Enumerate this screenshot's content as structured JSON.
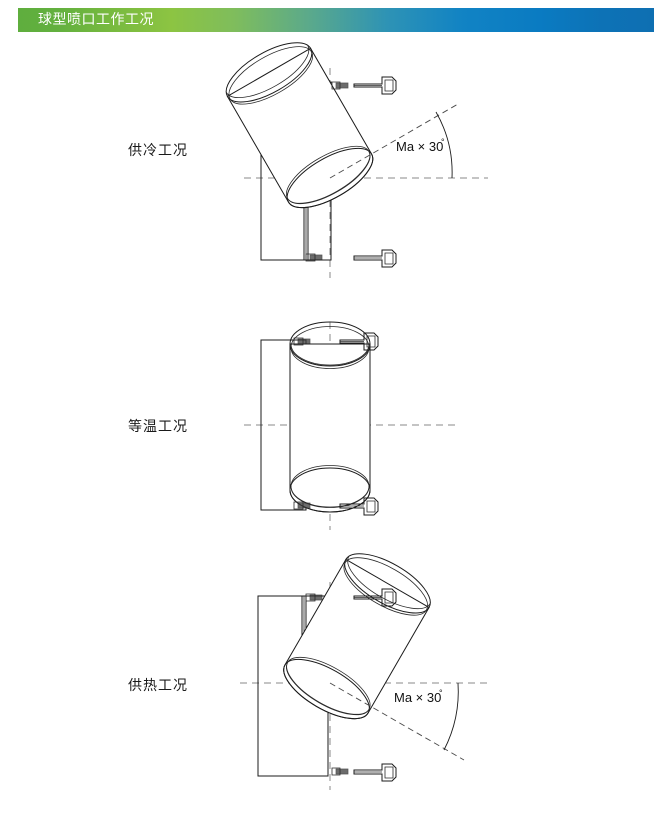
{
  "header": {
    "title": "球型喷口工作工况",
    "gradient_start": "#5fae3e",
    "gradient_mid": "#8cc442",
    "gradient_end": "#0e6fb2",
    "text_color": "#ffffff"
  },
  "rows": [
    {
      "id": "cooling",
      "label": "供冷工况",
      "angle_label_main": "Ma × 30",
      "angle_label_degree": "°",
      "tilt_direction": "up-right",
      "tilt_degrees": 30,
      "has_angle_annotation": true
    },
    {
      "id": "isothermal",
      "label": "等温工况",
      "angle_label_main": "",
      "angle_label_degree": "",
      "tilt_direction": "none",
      "tilt_degrees": 0,
      "has_angle_annotation": false
    },
    {
      "id": "heating",
      "label": "供热工况",
      "angle_label_main": "Ma × 30",
      "angle_label_degree": "°",
      "tilt_direction": "down-right",
      "tilt_degrees": 30,
      "has_angle_annotation": true
    }
  ],
  "drawing_style": {
    "line_color": "#1b1b1b",
    "centerline_color": "#8a8a8a",
    "background": "#ffffff"
  }
}
